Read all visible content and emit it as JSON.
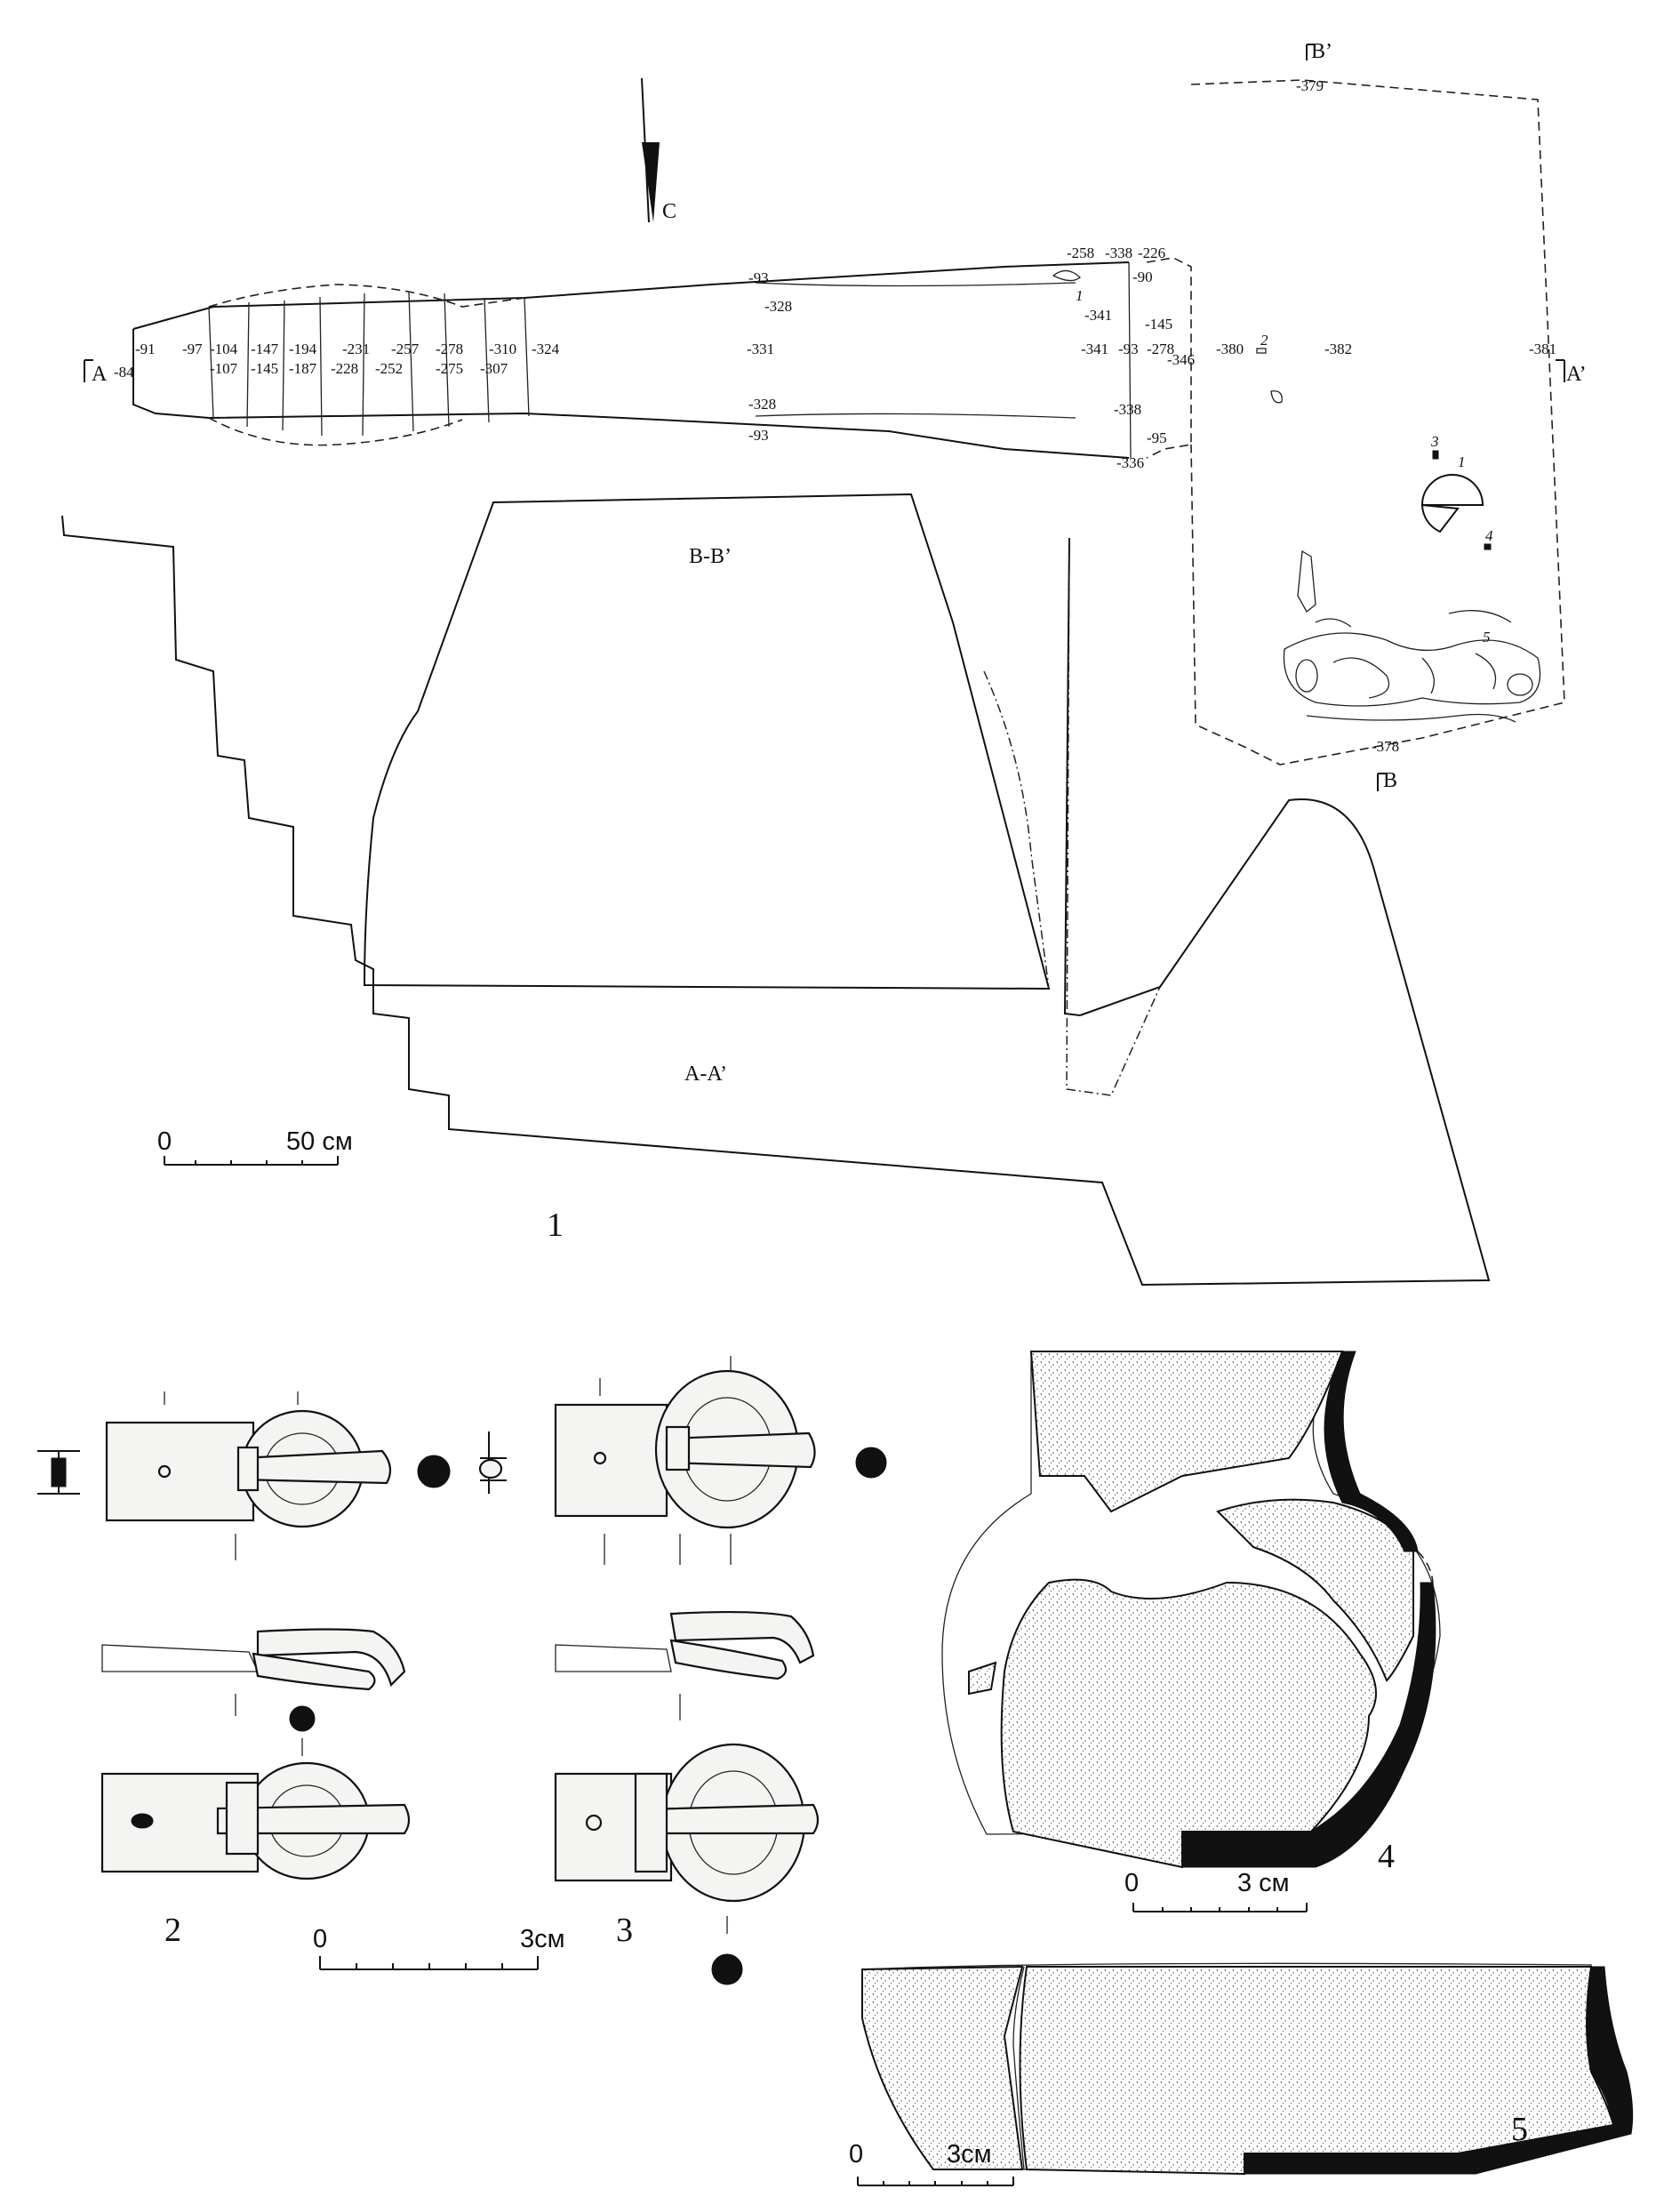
{
  "north_arrow": {
    "label": "С"
  },
  "sections": {
    "b_b": "B-B’",
    "a_a": "A-A’"
  },
  "section_marks": {
    "a_left": "A",
    "a_right": "A’",
    "b_top": "B’",
    "b_bottom": "B"
  },
  "figure_numbers": {
    "fig1": "1",
    "fig2": "2",
    "fig3": "3",
    "fig4": "4",
    "fig5": "5"
  },
  "find_numbers": {
    "f1_corridor": "1",
    "f1_chamber": "1",
    "f2": "2",
    "f3": "3",
    "f4": "4",
    "f5": "5"
  },
  "elevations": {
    "corridor_axis": [
      "-91",
      "-84",
      "-97",
      "-104",
      "-107",
      "-147",
      "-145",
      "-194",
      "-187",
      "-231",
      "-228",
      "-257",
      "-252",
      "-278",
      "-275",
      "-310",
      "-307",
      "-324"
    ],
    "mid": {
      "top_outer": "-93",
      "top_inner": "-328",
      "axis": "-331",
      "bottom_inner": "-328",
      "bottom_outer": "-93"
    },
    "entrance": [
      "-258",
      "-338",
      "-226",
      "-90",
      "-341",
      "-145",
      "-341",
      "-93",
      "-278",
      "-346",
      "-338",
      "-95",
      "-336"
    ],
    "chamber": {
      "top": "-379",
      "axis_1": "-380",
      "axis_2": "-382",
      "axis_3": "-381",
      "bottom": "-378"
    }
  },
  "scales": {
    "plan": {
      "zero": "0",
      "max": "50 см"
    },
    "buckles": {
      "zero": "0",
      "max": "3см"
    },
    "vessel_4": {
      "zero": "0",
      "max": "3 см"
    },
    "vessel_5": {
      "zero": "0",
      "max": "3см"
    }
  }
}
